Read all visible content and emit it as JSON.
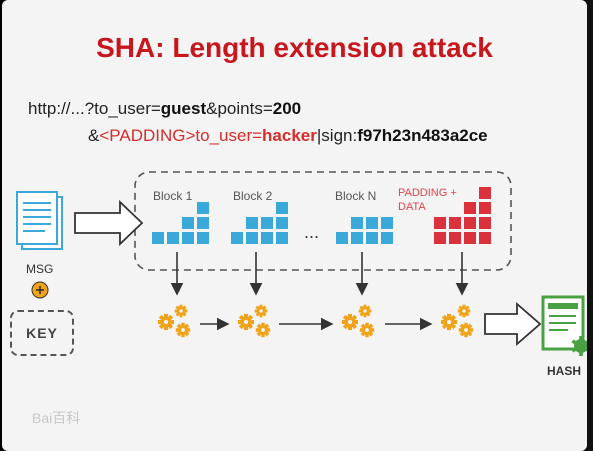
{
  "title": "SHA: Length extension attack",
  "url_line1": {
    "prefix": "http://...?to_user=",
    "user": "guest",
    "mid": "&points=",
    "points": "200"
  },
  "url_line2": {
    "amp": "&",
    "padding": "<PADDING>",
    "to_user": "to_user=",
    "hacker": "hacker",
    "sign": "|sign:",
    "signature": "f97h23n483a2ce"
  },
  "blocks": [
    "Block 1",
    "Block 2",
    "Block N"
  ],
  "ellipsis": "...",
  "padding_block": {
    "line1": "PADDING +",
    "line2": "DATA"
  },
  "msg_label": "MSG",
  "key_label": "KEY",
  "hash_label": "HASH",
  "watermark": "Bai百科",
  "colors": {
    "title": "#c8161d",
    "block_blue": "#3aa9d9",
    "block_red": "#d9323c",
    "gear": "#f0a318",
    "hash_green": "#49a144",
    "arrow": "#333333"
  },
  "icons": [
    "document-icon",
    "plus-icon",
    "gear-icon",
    "certificate-icon"
  ]
}
